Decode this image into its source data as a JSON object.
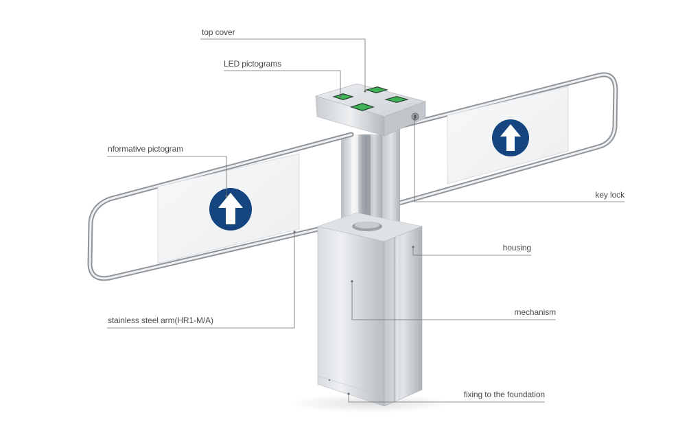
{
  "labels": {
    "top_cover": "top cover",
    "led_pictograms": "LED pictograms",
    "informative_pictogram": "nformative pictogram",
    "key_lock": "key lock",
    "housing": "housing",
    "mechanism": "mechanism",
    "stainless_steel_arm": "stainless steel arm(HR1-M/A)",
    "fixing_to_foundation": "fixing to the foundation"
  },
  "colors": {
    "background": "#ffffff",
    "steel_light": "#e6e8ea",
    "steel_mid": "#c5c9cd",
    "steel_dark": "#9aa0a6",
    "pictogram_blue": "#14457f",
    "led_green": "#3fbf5a",
    "leader_line": "#6f6f6f",
    "label_text": "#4a4a4a"
  },
  "icons": {
    "arrow_pictogram": "up-arrow-in-circle",
    "led_pictogram": "green-led-grid"
  }
}
